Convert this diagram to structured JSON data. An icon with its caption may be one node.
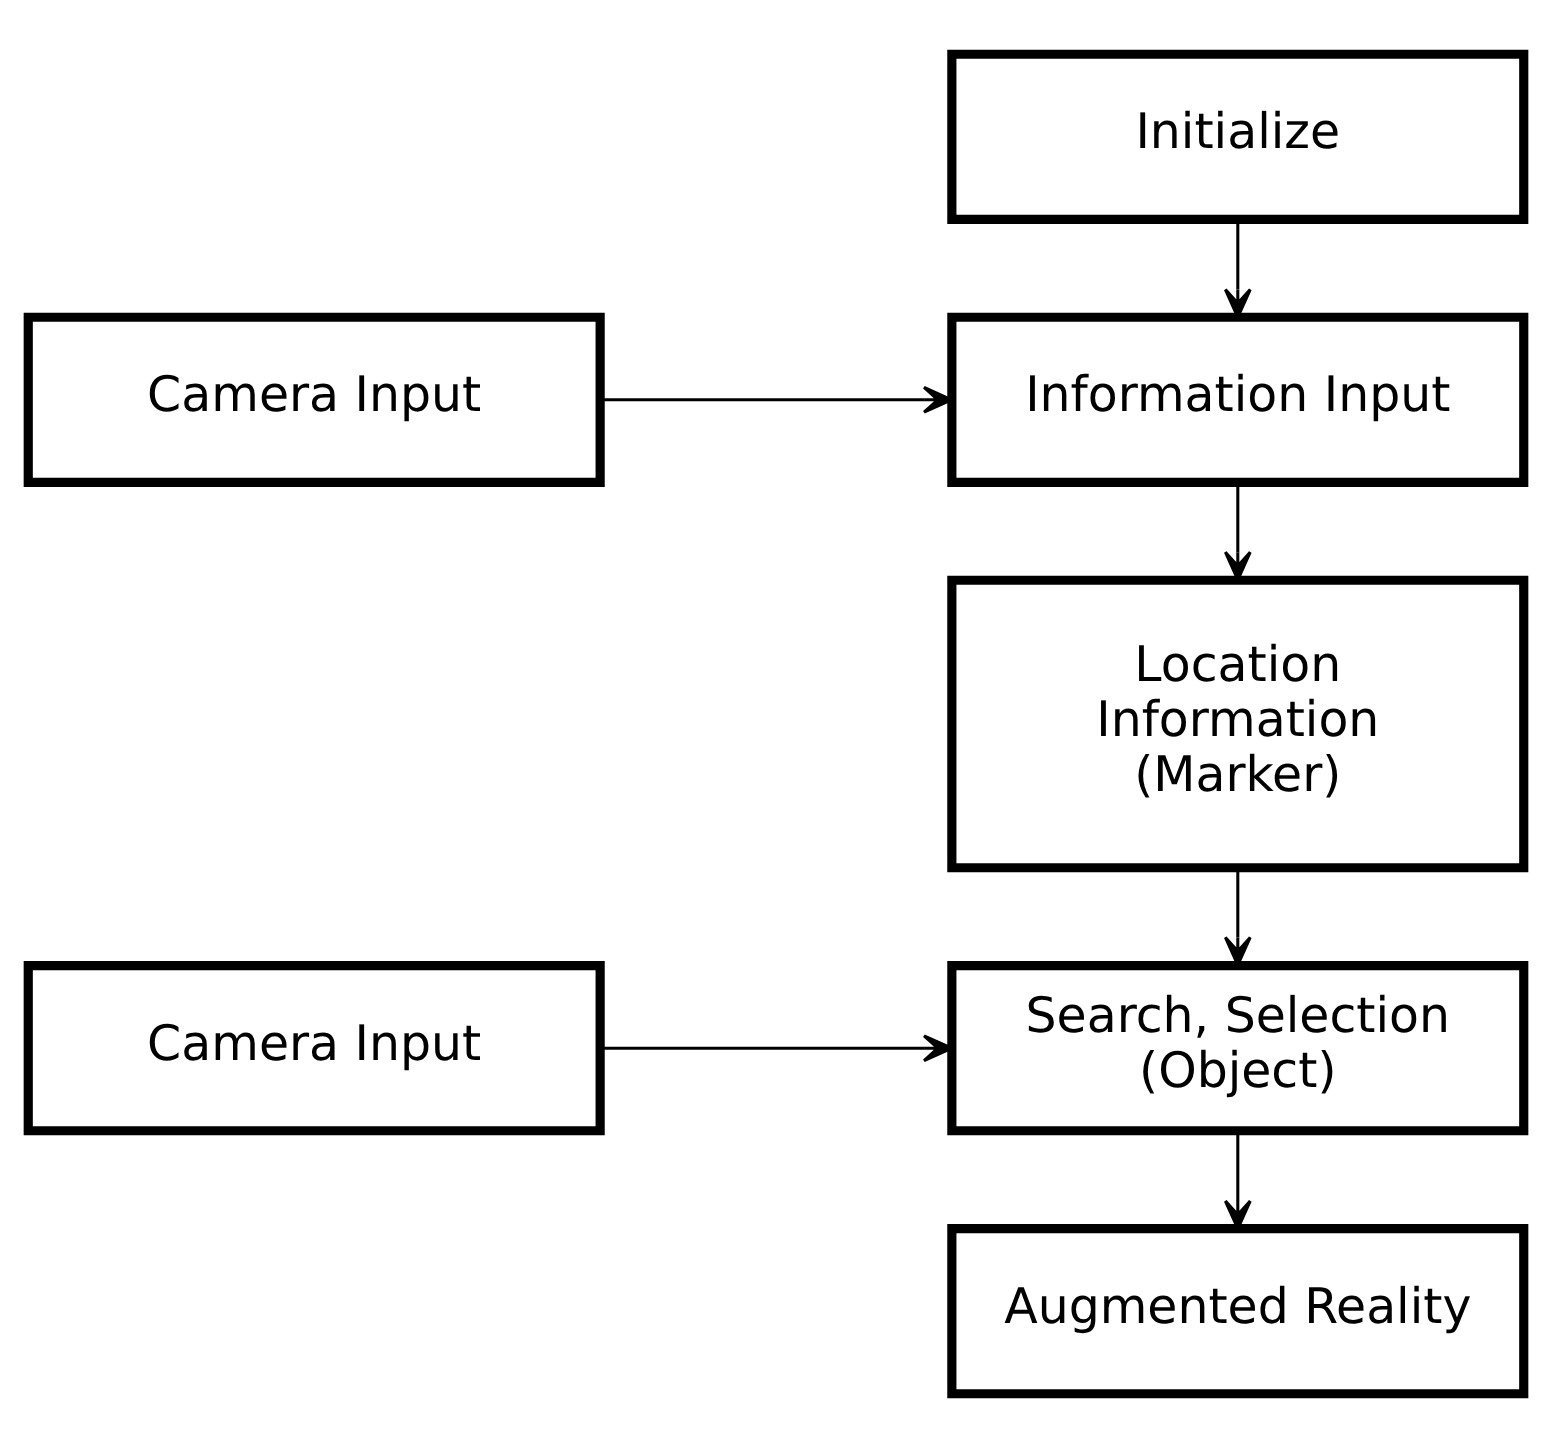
{
  "diagram": {
    "nodes": [
      {
        "text": [
          "Initialize"
        ]
      },
      {
        "text": [
          "Camera Input"
        ]
      },
      {
        "text": [
          "Information Input"
        ]
      },
      {
        "text": [
          "Location Information (Marker)"
        ]
      },
      {
        "text": [
          "Camera Input"
        ]
      },
      {
        "text": [
          "Search, Selection (Object)"
        ]
      },
      {
        "text": [
          "Augmented Reality"
        ]
      }
    ],
    "edges": [
      {
        "from": 0,
        "to": 2,
        "arrow": "to"
      },
      {
        "from": 1,
        "to": 2,
        "arrow": "to"
      },
      {
        "from": 2,
        "to": 3,
        "arrow": "to"
      },
      {
        "from": 3,
        "to": 5,
        "arrow": "to"
      },
      {
        "from": 4,
        "to": 5,
        "arrow": "to"
      },
      {
        "from": 5,
        "to": 6,
        "arrow": "to"
      }
    ]
  }
}
